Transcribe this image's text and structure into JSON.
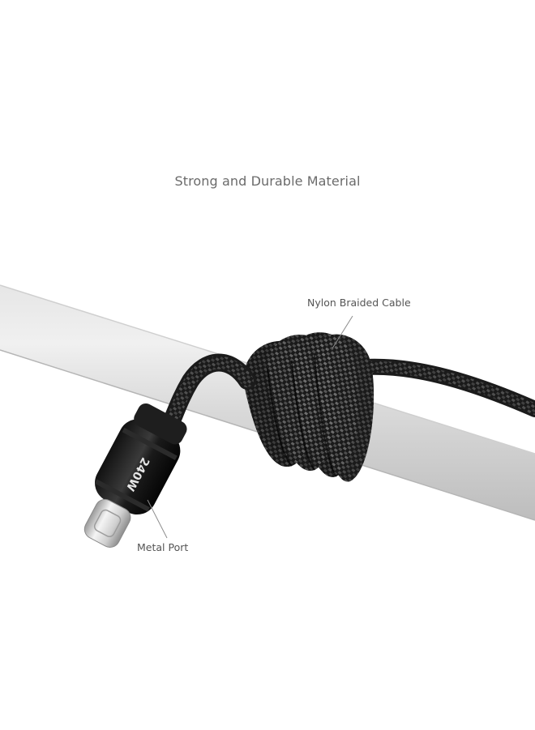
{
  "heading": "Strong and Durable Material",
  "callouts": {
    "braided_cable": "Nylon Braided Cable",
    "metal_port": "Metal Port"
  },
  "connector_marking": "240W",
  "colors": {
    "background": "#ffffff",
    "bar": "#d7d7d7",
    "cable": "#1c1c1c",
    "braid_highlight": "#8a8a8a",
    "text": "#666666"
  }
}
